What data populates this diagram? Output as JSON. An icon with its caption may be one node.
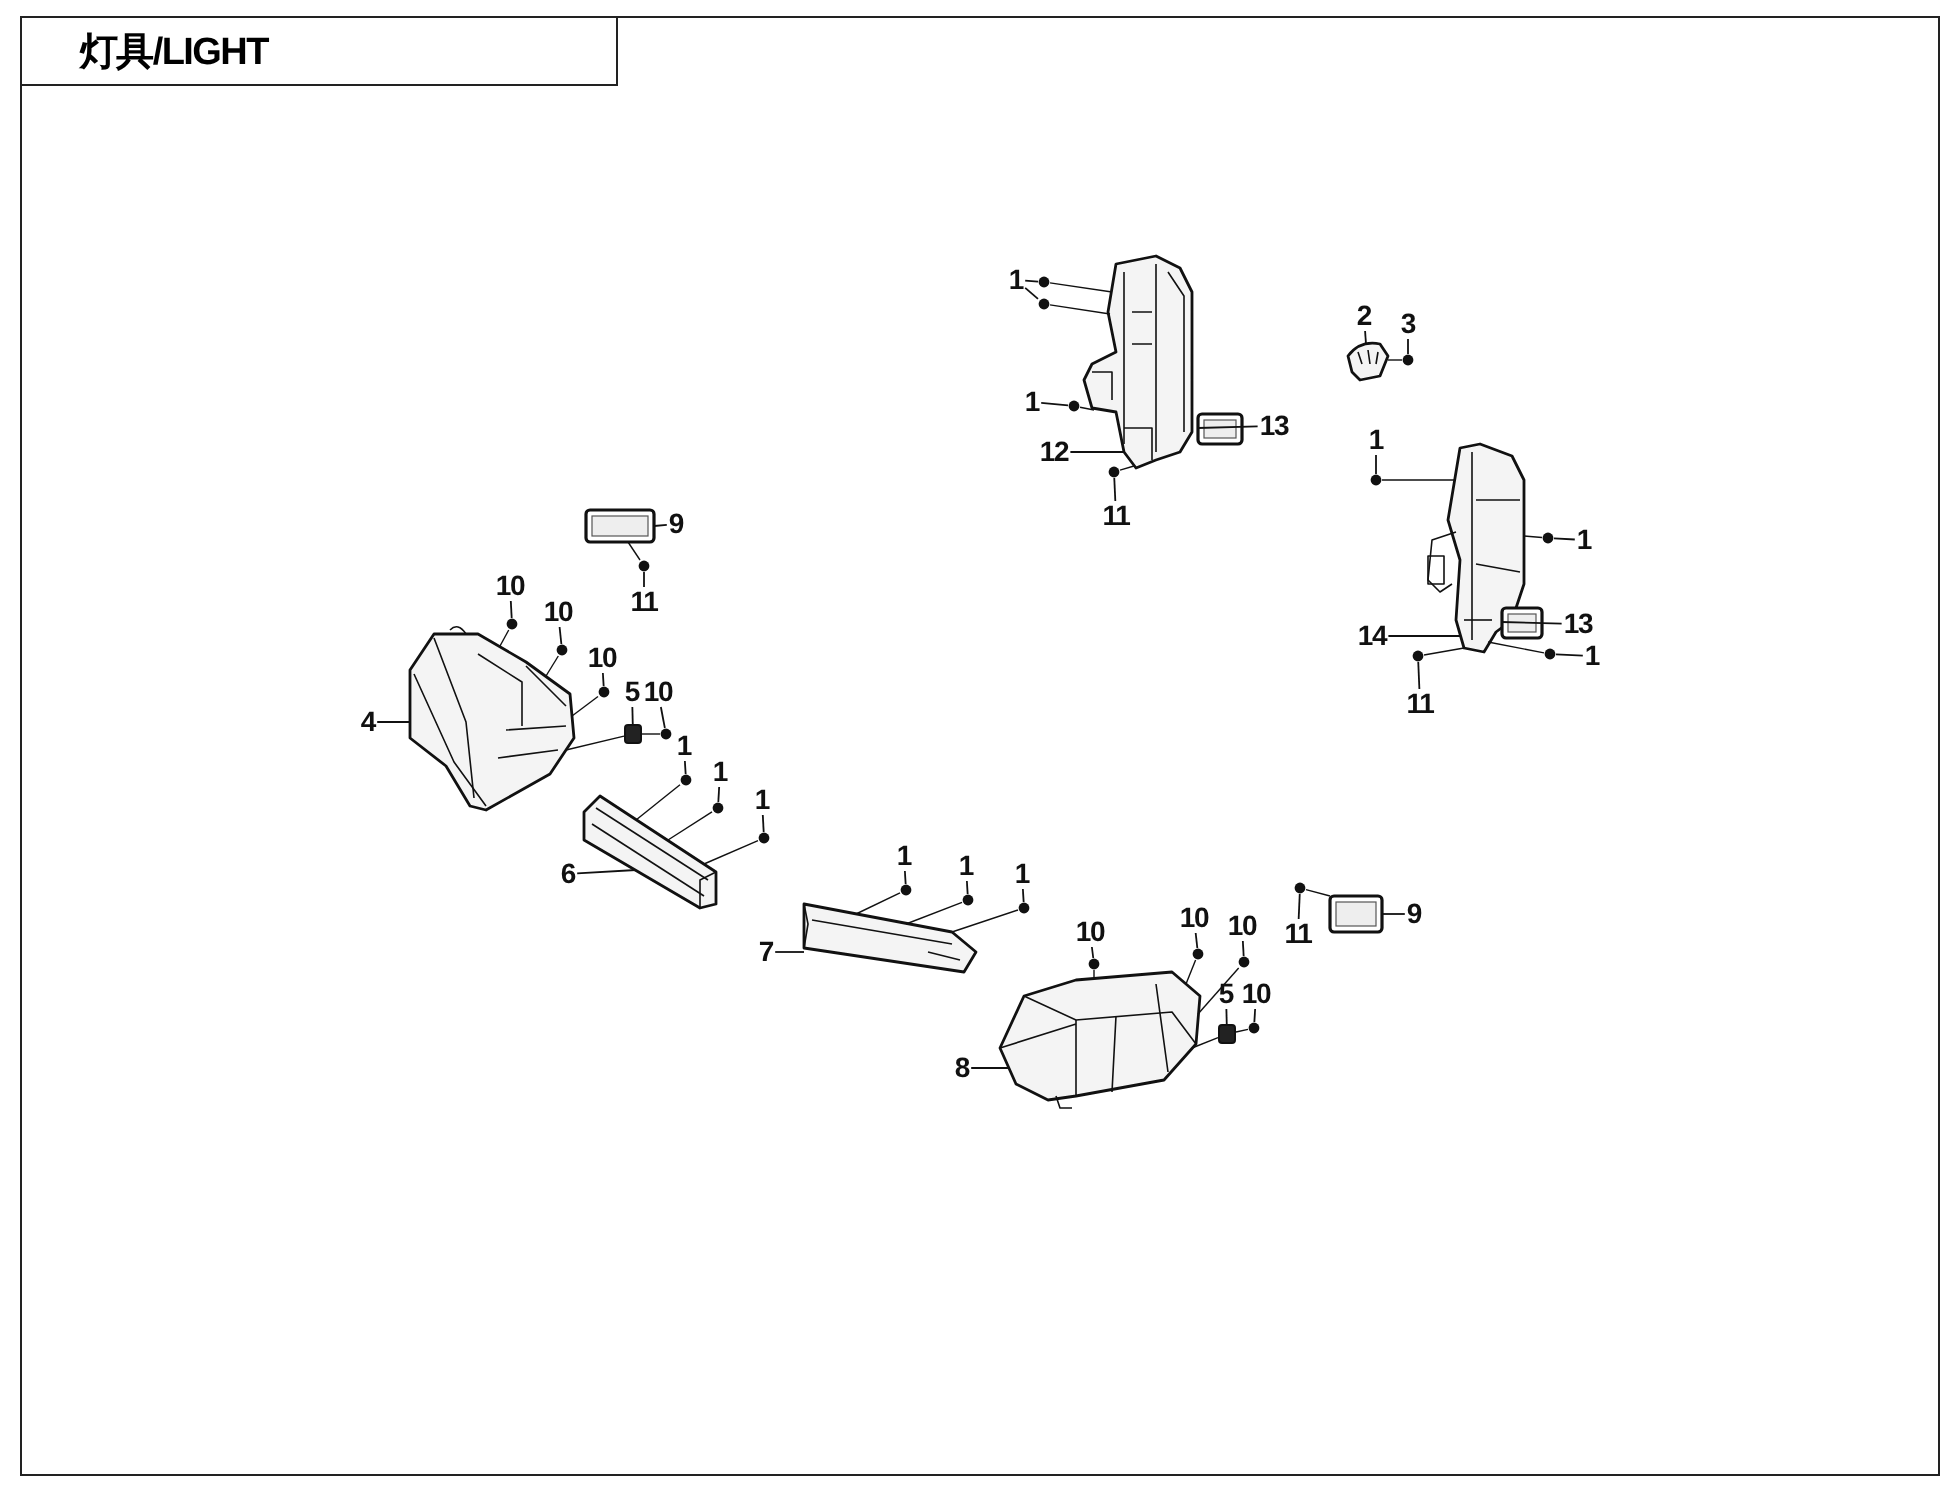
{
  "diagram": {
    "title": "灯具/LIGHT",
    "nodes": [
      {
        "text": [
          "1"
        ]
      },
      {
        "text": [],
        "shape": "picture"
      },
      {
        "text": [
          "2"
        ]
      },
      {
        "text": [
          "3"
        ]
      },
      {
        "text": [],
        "shape": "picture"
      },
      {
        "text": [
          "1"
        ]
      },
      {
        "text": [
          "13"
        ]
      },
      {
        "text": [],
        "shape": "picture"
      },
      {
        "text": [
          "1"
        ]
      },
      {
        "text": [
          "12"
        ]
      },
      {
        "text": [],
        "shape": "picture"
      },
      {
        "text": [
          "11"
        ]
      },
      {
        "text": [
          "9"
        ]
      },
      {
        "text": [],
        "shape": "picture"
      },
      {
        "text": [
          "1"
        ]
      },
      {
        "text": [
          "10"
        ]
      },
      {
        "text": [
          "11"
        ]
      },
      {
        "text": [
          "10"
        ]
      },
      {
        "text": [
          "13"
        ]
      },
      {
        "text": [],
        "shape": "picture"
      },
      {
        "text": [
          "14"
        ]
      },
      {
        "text": [
          "1"
        ]
      },
      {
        "text": [
          "10"
        ]
      },
      {
        "text": [
          "5"
        ]
      },
      {
        "text": [
          "10"
        ]
      },
      {
        "text": [
          "11"
        ]
      },
      {
        "text": [
          "4"
        ]
      },
      {
        "text": [],
        "shape": "picture"
      },
      {
        "text": [],
        "shape": "box"
      },
      {
        "text": [
          "1"
        ]
      },
      {
        "text": [
          "1"
        ]
      },
      {
        "text": [
          "1"
        ]
      },
      {
        "text": [],
        "shape": "picture"
      },
      {
        "text": [
          "1"
        ]
      },
      {
        "text": [
          "6"
        ]
      },
      {
        "text": [
          "1"
        ]
      },
      {
        "text": [
          "1"
        ]
      },
      {
        "text": [
          "9"
        ]
      },
      {
        "text": [],
        "shape": "picture"
      },
      {
        "text": [
          "10"
        ]
      },
      {
        "text": [
          "10"
        ]
      },
      {
        "text": [
          "10"
        ]
      },
      {
        "text": [
          "11"
        ]
      },
      {
        "text": [
          "7"
        ]
      },
      {
        "text": [],
        "shape": "picture"
      },
      {
        "text": [],
        "shape": "picture"
      },
      {
        "text": [
          "5"
        ]
      },
      {
        "text": [
          "10"
        ]
      },
      {
        "text": [],
        "shape": "box"
      },
      {
        "text": [
          "8"
        ]
      },
      {
        "text": [],
        "shape": "circle"
      },
      {
        "text": [],
        "shape": "circle"
      },
      {
        "text": [],
        "shape": "circle"
      },
      {
        "text": [],
        "shape": "circle"
      },
      {
        "text": [],
        "shape": "circle"
      },
      {
        "text": [],
        "shape": "circle"
      },
      {
        "text": [],
        "shape": "circle"
      },
      {
        "text": [],
        "shape": "circle"
      },
      {
        "text": [],
        "shape": "circle"
      },
      {
        "text": [],
        "shape": "circle"
      },
      {
        "text": [],
        "shape": "circle"
      },
      {
        "text": [],
        "shape": "circle"
      },
      {
        "text": [],
        "shape": "circle"
      },
      {
        "text": [],
        "shape": "circle"
      },
      {
        "text": [],
        "shape": "circle"
      },
      {
        "text": [],
        "shape": "circle"
      },
      {
        "text": [],
        "shape": "circle"
      },
      {
        "text": [],
        "shape": "circle"
      },
      {
        "text": [],
        "shape": "circle"
      },
      {
        "text": [],
        "shape": "circle"
      },
      {
        "text": [],
        "shape": "circle"
      },
      {
        "text": [],
        "shape": "circle"
      },
      {
        "text": [],
        "shape": "circle"
      },
      {
        "text": [],
        "shape": "circle"
      },
      {
        "text": [],
        "shape": "circle"
      }
    ],
    "edges": [
      {
        "from": 0,
        "to": 50,
        "arrow": "none"
      },
      {
        "from": 0,
        "to": 51,
        "arrow": "none"
      },
      {
        "from": 2,
        "to": 4,
        "arrow": "none"
      },
      {
        "from": 3,
        "to": 52,
        "arrow": "none"
      },
      {
        "from": 5,
        "to": 53,
        "arrow": "none"
      },
      {
        "from": 6,
        "to": 7,
        "arrow": "none"
      },
      {
        "from": 8,
        "to": 54,
        "arrow": "none"
      },
      {
        "from": 9,
        "to": 1,
        "arrow": "none"
      },
      {
        "from": 11,
        "to": 55,
        "arrow": "none"
      },
      {
        "from": 12,
        "to": 13,
        "arrow": "none"
      },
      {
        "from": 14,
        "to": 56,
        "arrow": "none"
      },
      {
        "from": 15,
        "to": 57,
        "arrow": "none"
      },
      {
        "from": 16,
        "to": 58,
        "arrow": "none"
      },
      {
        "from": 17,
        "to": 59,
        "arrow": "none"
      },
      {
        "from": 18,
        "to": 19,
        "arrow": "none"
      },
      {
        "from": 20,
        "to": 10,
        "arrow": "none"
      },
      {
        "from": 21,
        "to": 60,
        "arrow": "none"
      },
      {
        "from": 22,
        "to": 61,
        "arrow": "none"
      },
      {
        "from": 23,
        "to": 28,
        "arrow": "none"
      },
      {
        "from": 24,
        "to": 62,
        "arrow": "none"
      },
      {
        "from": 25,
        "to": 63,
        "arrow": "none"
      },
      {
        "from": 26,
        "to": 27,
        "arrow": "none"
      },
      {
        "from": 29,
        "to": 64,
        "arrow": "none"
      },
      {
        "from": 30,
        "to": 65,
        "arrow": "none"
      },
      {
        "from": 31,
        "to": 66,
        "arrow": "none"
      },
      {
        "from": 33,
        "to": 67,
        "arrow": "none"
      },
      {
        "from": 34,
        "to": 32,
        "arrow": "none"
      },
      {
        "from": 35,
        "to": 68,
        "arrow": "none"
      },
      {
        "from": 36,
        "to": 69,
        "arrow": "none"
      },
      {
        "from": 37,
        "to": 38,
        "arrow": "none"
      },
      {
        "from": 39,
        "to": 70,
        "arrow": "none"
      },
      {
        "from": 40,
        "to": 71,
        "arrow": "none"
      },
      {
        "from": 41,
        "to": 72,
        "arrow": "none"
      },
      {
        "from": 42,
        "to": 73,
        "arrow": "none"
      },
      {
        "from": 43,
        "to": 44,
        "arrow": "none"
      },
      {
        "from": 46,
        "to": 48,
        "arrow": "none"
      },
      {
        "from": 47,
        "to": 74,
        "arrow": "none"
      },
      {
        "from": 49,
        "to": 45,
        "arrow": "none"
      },
      {
        "from": 50,
        "to": 1,
        "arrow": "none"
      },
      {
        "from": 51,
        "to": 1,
        "arrow": "none"
      },
      {
        "from": 53,
        "to": 1,
        "arrow": "none"
      },
      {
        "from": 55,
        "to": 1,
        "arrow": "none"
      },
      {
        "from": 52,
        "to": 4,
        "arrow": "none"
      },
      {
        "from": 54,
        "to": 10,
        "arrow": "none"
      },
      {
        "from": 56,
        "to": 10,
        "arrow": "none"
      },
      {
        "from": 60,
        "to": 10,
        "arrow": "none"
      },
      {
        "from": 63,
        "to": 10,
        "arrow": "none"
      },
      {
        "from": 57,
        "to": 27,
        "arrow": "none"
      },
      {
        "from": 59,
        "to": 27,
        "arrow": "none"
      },
      {
        "from": 61,
        "to": 27,
        "arrow": "none"
      },
      {
        "from": 62,
        "to": 28,
        "arrow": "none"
      },
      {
        "from": 28,
        "to": 27,
        "arrow": "none"
      },
      {
        "from": 64,
        "to": 32,
        "arrow": "none"
      },
      {
        "from": 65,
        "to": 32,
        "arrow": "none"
      },
      {
        "from": 66,
        "to": 32,
        "arrow": "none"
      },
      {
        "from": 67,
        "to": 44,
        "arrow": "none"
      },
      {
        "from": 68,
        "to": 44,
        "arrow": "none"
      },
      {
        "from": 69,
        "to": 44,
        "arrow": "none"
      },
      {
        "from": 72,
        "to": 45,
        "arrow": "none"
      },
      {
        "from": 70,
        "to": 45,
        "arrow": "none"
      },
      {
        "from": 71,
        "to": 45,
        "arrow": "none"
      },
      {
        "from": 74,
        "to": 48,
        "arrow": "none"
      },
      {
        "from": 48,
        "to": 45,
        "arrow": "none"
      },
      {
        "from": 73,
        "to": 38,
        "arrow": "none"
      },
      {
        "from": 58,
        "to": 13,
        "arrow": "none"
      }
    ]
  }
}
